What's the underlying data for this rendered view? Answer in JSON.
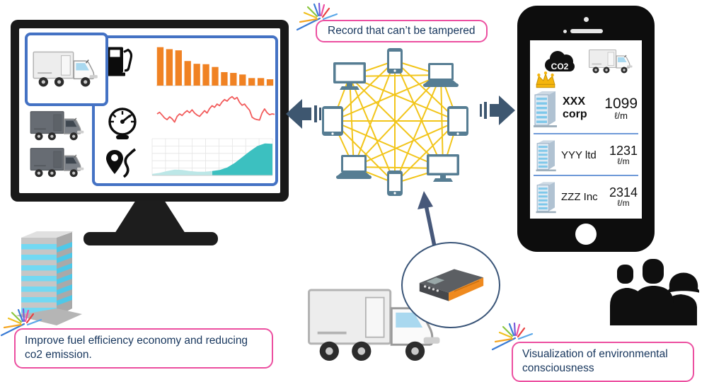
{
  "callouts": {
    "record": "Record that can’t be tampered",
    "improve": "Improve fuel efficiency economy and reducing co2 emission.",
    "visualization": "Visualization of environmental consciousness"
  },
  "phone": {
    "co2_badge": "CO2",
    "rankings": [
      {
        "rank": 1,
        "company": "XXX corp",
        "value": "1099",
        "unit": "ℓ/m",
        "crown": true
      },
      {
        "rank": 2,
        "company": "YYY ltd",
        "value": "1231",
        "unit": "ℓ/m",
        "crown": false
      },
      {
        "rank": 3,
        "company": "ZZZ Inc",
        "value": "2314",
        "unit": "ℓ/m",
        "crown": false
      }
    ]
  },
  "chart_data": [
    {
      "name": "fuel-ranking-bars",
      "type": "bar",
      "values": [
        97,
        92,
        89,
        62,
        55,
        54,
        47,
        34,
        32,
        28,
        19,
        19,
        16
      ],
      "color": "#f08223",
      "title": "",
      "xlabel": "",
      "ylabel": "",
      "ylim": [
        0,
        100
      ],
      "grid": false
    },
    {
      "name": "efficiency-trend-line",
      "type": "line",
      "values": [
        50,
        54,
        47,
        40,
        36,
        43,
        38,
        30,
        44,
        50,
        46,
        53,
        58,
        53,
        60,
        52,
        47,
        44,
        51,
        58,
        52,
        63,
        70,
        66,
        74,
        70,
        79,
        85,
        81,
        88,
        92,
        86,
        90,
        78,
        71,
        74,
        66,
        59,
        42,
        38,
        36,
        35,
        52,
        62,
        53,
        48,
        50,
        49
      ],
      "color": "#f25c5c",
      "title": "",
      "xlabel": "",
      "ylabel": "",
      "ylim": [
        0,
        100
      ],
      "grid": false
    },
    {
      "name": "cumulative-area",
      "type": "area",
      "values": [
        4,
        7,
        12,
        16,
        15,
        12,
        10,
        10,
        12,
        15,
        22,
        34,
        50,
        66,
        80,
        87,
        86
      ],
      "split_index": 8,
      "colors": {
        "left": "#bce7e7",
        "right": "#3cc0c0"
      },
      "title": "",
      "xlabel": "",
      "ylabel": "",
      "ylim": [
        0,
        100
      ],
      "grid": true
    }
  ],
  "colors": {
    "callout_border": "#ec4fa0",
    "panel_border": "#4472c4",
    "network_link": "#f2c51a",
    "device_slate": "#567d93",
    "arrow_slate": "#3e5770",
    "bar_orange": "#f08223",
    "line_red": "#f25c5c",
    "area_teal": "#3cc0c0",
    "building_stripe": "#72d9f3",
    "crown_gold": "#f5b50c"
  },
  "icons": {
    "fuel-pump-icon": "black fuel dispenser glyph",
    "speedometer-icon": "gauge with needle",
    "route-pin-icon": "map pin with winding route",
    "co2-cloud-icon": "black cloud with CO2 text",
    "crown-icon": "gold crown for rank 1",
    "building-icon": "office tower",
    "truck-icon": "box truck",
    "monitor-icon": "desktop display node",
    "laptop-icon": "laptop node",
    "tablet-icon": "tablet node",
    "smartphone-icon": "smartphone node",
    "obd-device-icon": "telematics logger device",
    "people-icon": "three person silhouettes",
    "sparkle-icon": "multicolor emphasis burst",
    "arrow-left-icon": "block arrow to monitor",
    "arrow-right-icon": "block arrow to phone",
    "arrow-up-icon": "arrow from device to network"
  }
}
